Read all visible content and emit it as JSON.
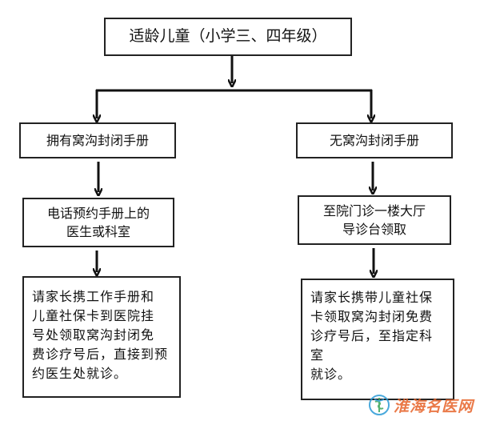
{
  "flowchart": {
    "top": "适龄儿童（小学三、四年级）",
    "left": {
      "step1": "拥有窝沟封闭手册",
      "step2": "电话预约手册上的\n医生或科室",
      "step3": "请家长携工作手册和\n儿童社保卡到医院挂\n号处领取窝沟封闭免\n费诊疗号后，直接到预\n约医生处就诊。"
    },
    "right": {
      "step1": "无窝沟封闭手册",
      "step2": "至院门诊一楼大厅\n导诊台领取",
      "step3": "请家长携带儿童社保\n卡领取窝沟封闭免费\n诊疗号后，至指定科室\n就诊。"
    }
  },
  "watermark": {
    "text": "淮海名医网",
    "icon": "caduceus-logo-icon"
  }
}
